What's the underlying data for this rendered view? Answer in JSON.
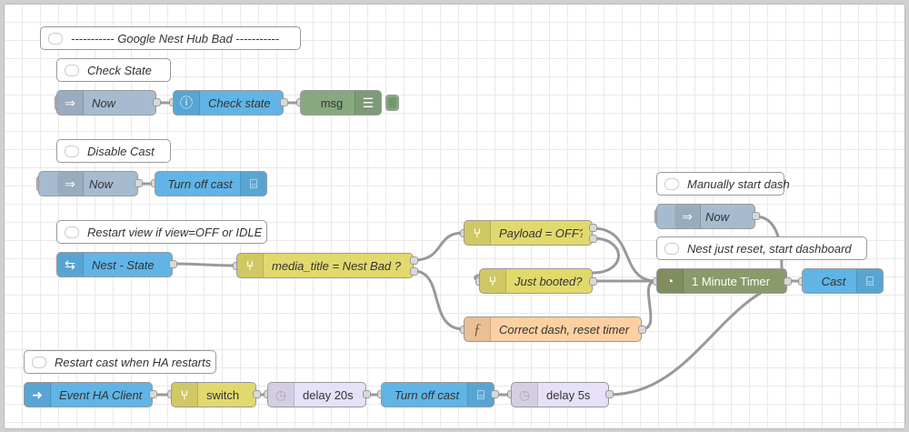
{
  "comments": {
    "c_header": "----------- Google Nest Hub Bad -----------",
    "c_check": "Check State",
    "c_disable": "Disable Cast",
    "c_restart_view": "Restart view if view=OFF or IDLE",
    "c_manual": "Manually start dash",
    "c_nest_reset": "Nest just reset, start dashboard",
    "c_ha": "Restart cast when HA restarts"
  },
  "nodes": {
    "now1": "Now",
    "check_state": "Check state",
    "msg": "msg",
    "now2": "Now",
    "turn_off_cast1": "Turn off cast",
    "nest_state": "Nest - State",
    "media_title": "media_title = Nest Bad ?",
    "payload_off": "Payload = OFF?",
    "just_booted": "Just booted?",
    "correct_dash": "Correct dash, reset timer",
    "now3": "Now",
    "timer": "1 Minute Timer",
    "cast": "Cast",
    "event_ha": "Event HA Client",
    "switch": "switch",
    "delay20": "delay 20s",
    "turn_off_cast2": "Turn off cast",
    "delay5": "delay 5s"
  },
  "icons": {
    "inject": "arrow-right-icon",
    "api_info": "info-icon",
    "debug": "list-lines-icon",
    "cast": "cast-icon",
    "switch": "switch-branch-icon",
    "function": "function-icon",
    "timer": "stopwatch-icon",
    "delay": "clock-icon",
    "state": "signpost-icon",
    "event": "event-arrow-icon"
  },
  "colors": {
    "ha_blue": "#60b4e6",
    "switch_yellow": "#e2d96e",
    "inject_grey": "#a6bbcf",
    "debug_green": "#87a980",
    "delay_lavender": "#e6e0f8",
    "function_orange": "#fdd0a2",
    "timer_olive": "#8a9a6a",
    "wire": "#999999"
  }
}
